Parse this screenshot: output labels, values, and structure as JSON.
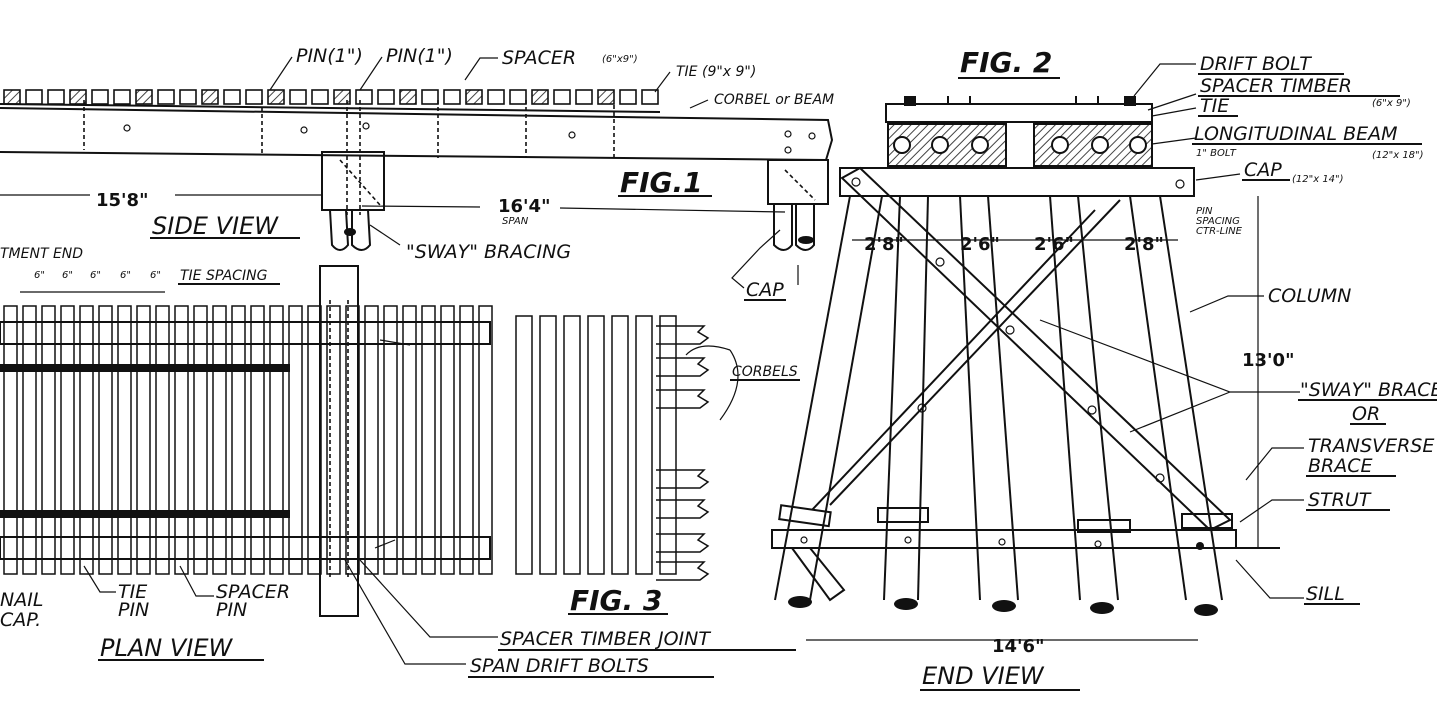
{
  "labels": {
    "pin1a": "PIN(1\")",
    "pin1b": "PIN(1\")",
    "spacer": "SPACER",
    "spacer_size": "(6\"x9\")",
    "tie": "TIE (9\"x 9\")",
    "corbel_beam": "CORBEL or BEAM",
    "fig2": "FIG. 2",
    "drift_bolt": "DRIFT BOLT",
    "spacer_timber": "SPACER TIMBER",
    "spacer_timber_size": "(6\"x 9\")",
    "tie2": "TIE",
    "longitudinal_beam": "LONGITUDINAL BEAM",
    "bolt1": "1\" BOLT",
    "long_beam_size": "(12\"x 18\")",
    "cap": "CAP",
    "cap_size": "(12\"x 14\")",
    "fig1": "FIG.1",
    "dim_158": "15'8\"",
    "dim_164": "16'4\"",
    "span": "SPAN",
    "side_view": "SIDE VIEW",
    "sway_bracing": "\"SWAY\" BRACING",
    "abutment_end": "TMENT END",
    "tie_spacing": "TIE SPACING",
    "tie_spacing_val": "6\"",
    "cap2": "CAP",
    "pin_spacing": "PIN",
    "pin_spacing_2": "SPACING",
    "pin_spacing_3": "CTR-LINE",
    "dim_28a": "2'8\"",
    "dim_26a": "2'6\"",
    "dim_26b": "2'6\"",
    "dim_28b": "2'8\"",
    "column": "COLUMN",
    "corbels": "CORBELS",
    "dim_130": "13'0\"",
    "sway_braces": "\"SWAY\" BRACES",
    "or": "OR",
    "transverse": "TRANSVERSE",
    "brace": "BRACE",
    "strut": "STRUT",
    "nail": "NAIL",
    "cap3": "CAP.",
    "tie_pin_1": "TIE",
    "tie_pin_2": "PIN",
    "spacer_pin_1": "SPACER",
    "spacer_pin_2": "PIN",
    "fig3": "FIG. 3",
    "sill": "SILL",
    "plan_view": "PLAN VIEW",
    "spacer_timber_joint": "SPACER TIMBER JOINT",
    "dim_146": "14'6\"",
    "span_drift_bolts": "SPAN DRIFT BOLTS",
    "end_view": "END VIEW"
  },
  "colors": {
    "ink": "#111111",
    "paper": "#ffffff",
    "hatch": "#444444"
  }
}
